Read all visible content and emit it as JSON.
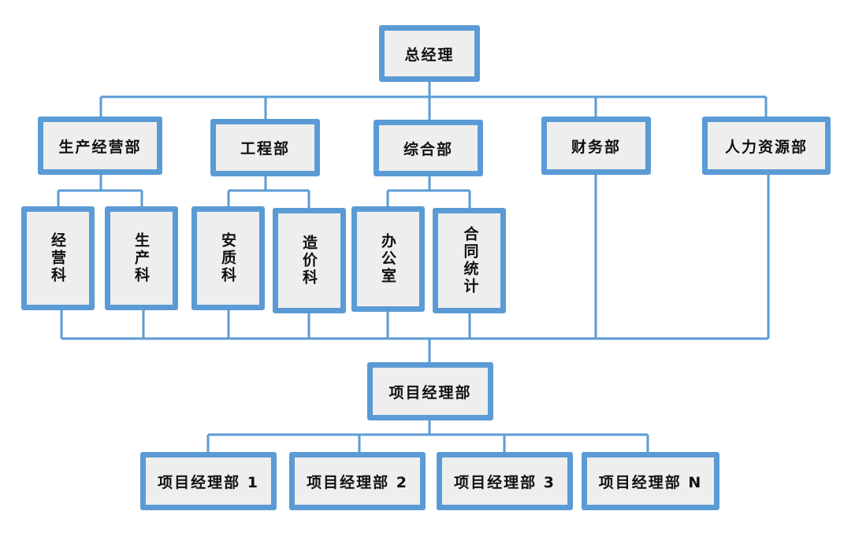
{
  "diagram": {
    "root": {
      "label": "总经理"
    },
    "departments": [
      {
        "label": "生产经营部",
        "children": [
          "经营科",
          "生产科"
        ]
      },
      {
        "label": "工程部",
        "children": [
          "安质科",
          "造价科"
        ]
      },
      {
        "label": "综合部",
        "children": [
          "办公室",
          "合同统计"
        ]
      },
      {
        "label": "财务部",
        "children": []
      },
      {
        "label": "人力资源部",
        "children": []
      }
    ],
    "project_dept": {
      "label": "项目经理部"
    },
    "project_units": [
      {
        "label": "项目经理部 1"
      },
      {
        "label": "项目经理部 2"
      },
      {
        "label": "项目经理部 3"
      },
      {
        "label": "项目经理部 N"
      }
    ]
  },
  "colors": {
    "accent": "#5b9bd5",
    "box_fill": "#eeeeee",
    "text": "#111111"
  }
}
